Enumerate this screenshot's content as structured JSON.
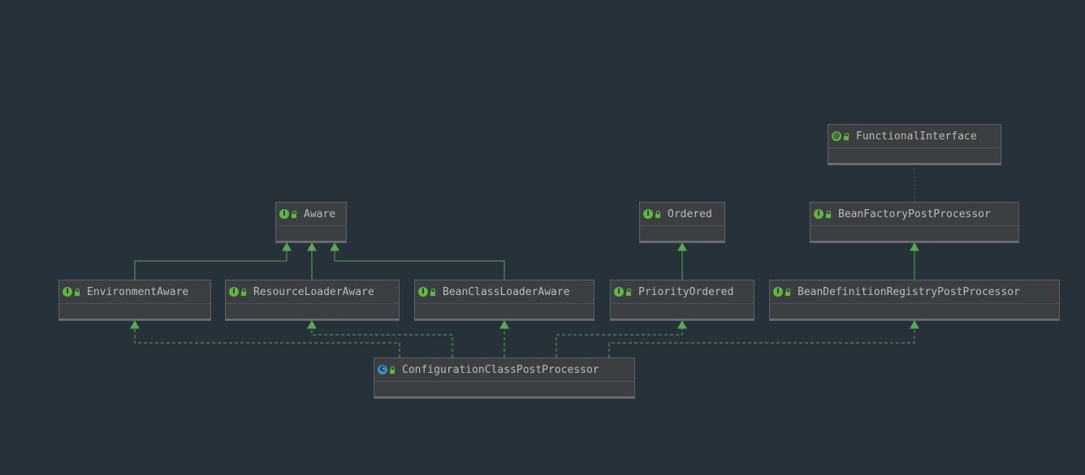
{
  "colors": {
    "background": "#27313a",
    "node_fill": "#3c3f41",
    "node_border": "#5d6165",
    "edge": "#5aa854",
    "interface_icon": "#62b543",
    "class_icon": "#3592c4",
    "annotation_edge": "#4d5c57"
  },
  "nodes": [
    {
      "id": "functional-interface",
      "label": "FunctionalInterface",
      "kind": "annotation",
      "icon": "annotation-icon",
      "kind_letter": "@"
    },
    {
      "id": "aware",
      "label": "Aware",
      "kind": "interface",
      "icon": "interface-icon",
      "kind_letter": "I"
    },
    {
      "id": "ordered",
      "label": "Ordered",
      "kind": "interface",
      "icon": "interface-icon",
      "kind_letter": "I"
    },
    {
      "id": "bean-factory-post-processor",
      "label": "BeanFactoryPostProcessor",
      "kind": "interface",
      "icon": "interface-icon",
      "kind_letter": "I"
    },
    {
      "id": "environment-aware",
      "label": "EnvironmentAware",
      "kind": "interface",
      "icon": "interface-icon",
      "kind_letter": "I"
    },
    {
      "id": "resource-loader-aware",
      "label": "ResourceLoaderAware",
      "kind": "interface",
      "icon": "interface-icon",
      "kind_letter": "I"
    },
    {
      "id": "bean-class-loader-aware",
      "label": "BeanClassLoaderAware",
      "kind": "interface",
      "icon": "interface-icon",
      "kind_letter": "I"
    },
    {
      "id": "priority-ordered",
      "label": "PriorityOrdered",
      "kind": "interface",
      "icon": "interface-icon",
      "kind_letter": "I"
    },
    {
      "id": "bean-definition-registry-post-processor",
      "label": "BeanDefinitionRegistryPostProcessor",
      "kind": "interface",
      "icon": "interface-icon",
      "kind_letter": "I"
    },
    {
      "id": "configuration-class-post-processor",
      "label": "ConfigurationClassPostProcessor",
      "kind": "class",
      "icon": "class-icon",
      "kind_letter": "C"
    }
  ],
  "edges": [
    {
      "from": "environment-aware",
      "to": "aware",
      "type": "extends"
    },
    {
      "from": "resource-loader-aware",
      "to": "aware",
      "type": "extends"
    },
    {
      "from": "bean-class-loader-aware",
      "to": "aware",
      "type": "extends"
    },
    {
      "from": "priority-ordered",
      "to": "ordered",
      "type": "extends"
    },
    {
      "from": "bean-definition-registry-post-processor",
      "to": "bean-factory-post-processor",
      "type": "extends"
    },
    {
      "from": "bean-factory-post-processor",
      "to": "functional-interface",
      "type": "annotated"
    },
    {
      "from": "configuration-class-post-processor",
      "to": "environment-aware",
      "type": "implements"
    },
    {
      "from": "configuration-class-post-processor",
      "to": "resource-loader-aware",
      "type": "implements"
    },
    {
      "from": "configuration-class-post-processor",
      "to": "bean-class-loader-aware",
      "type": "implements"
    },
    {
      "from": "configuration-class-post-processor",
      "to": "priority-ordered",
      "type": "implements"
    },
    {
      "from": "configuration-class-post-processor",
      "to": "bean-definition-registry-post-processor",
      "type": "implements"
    }
  ]
}
